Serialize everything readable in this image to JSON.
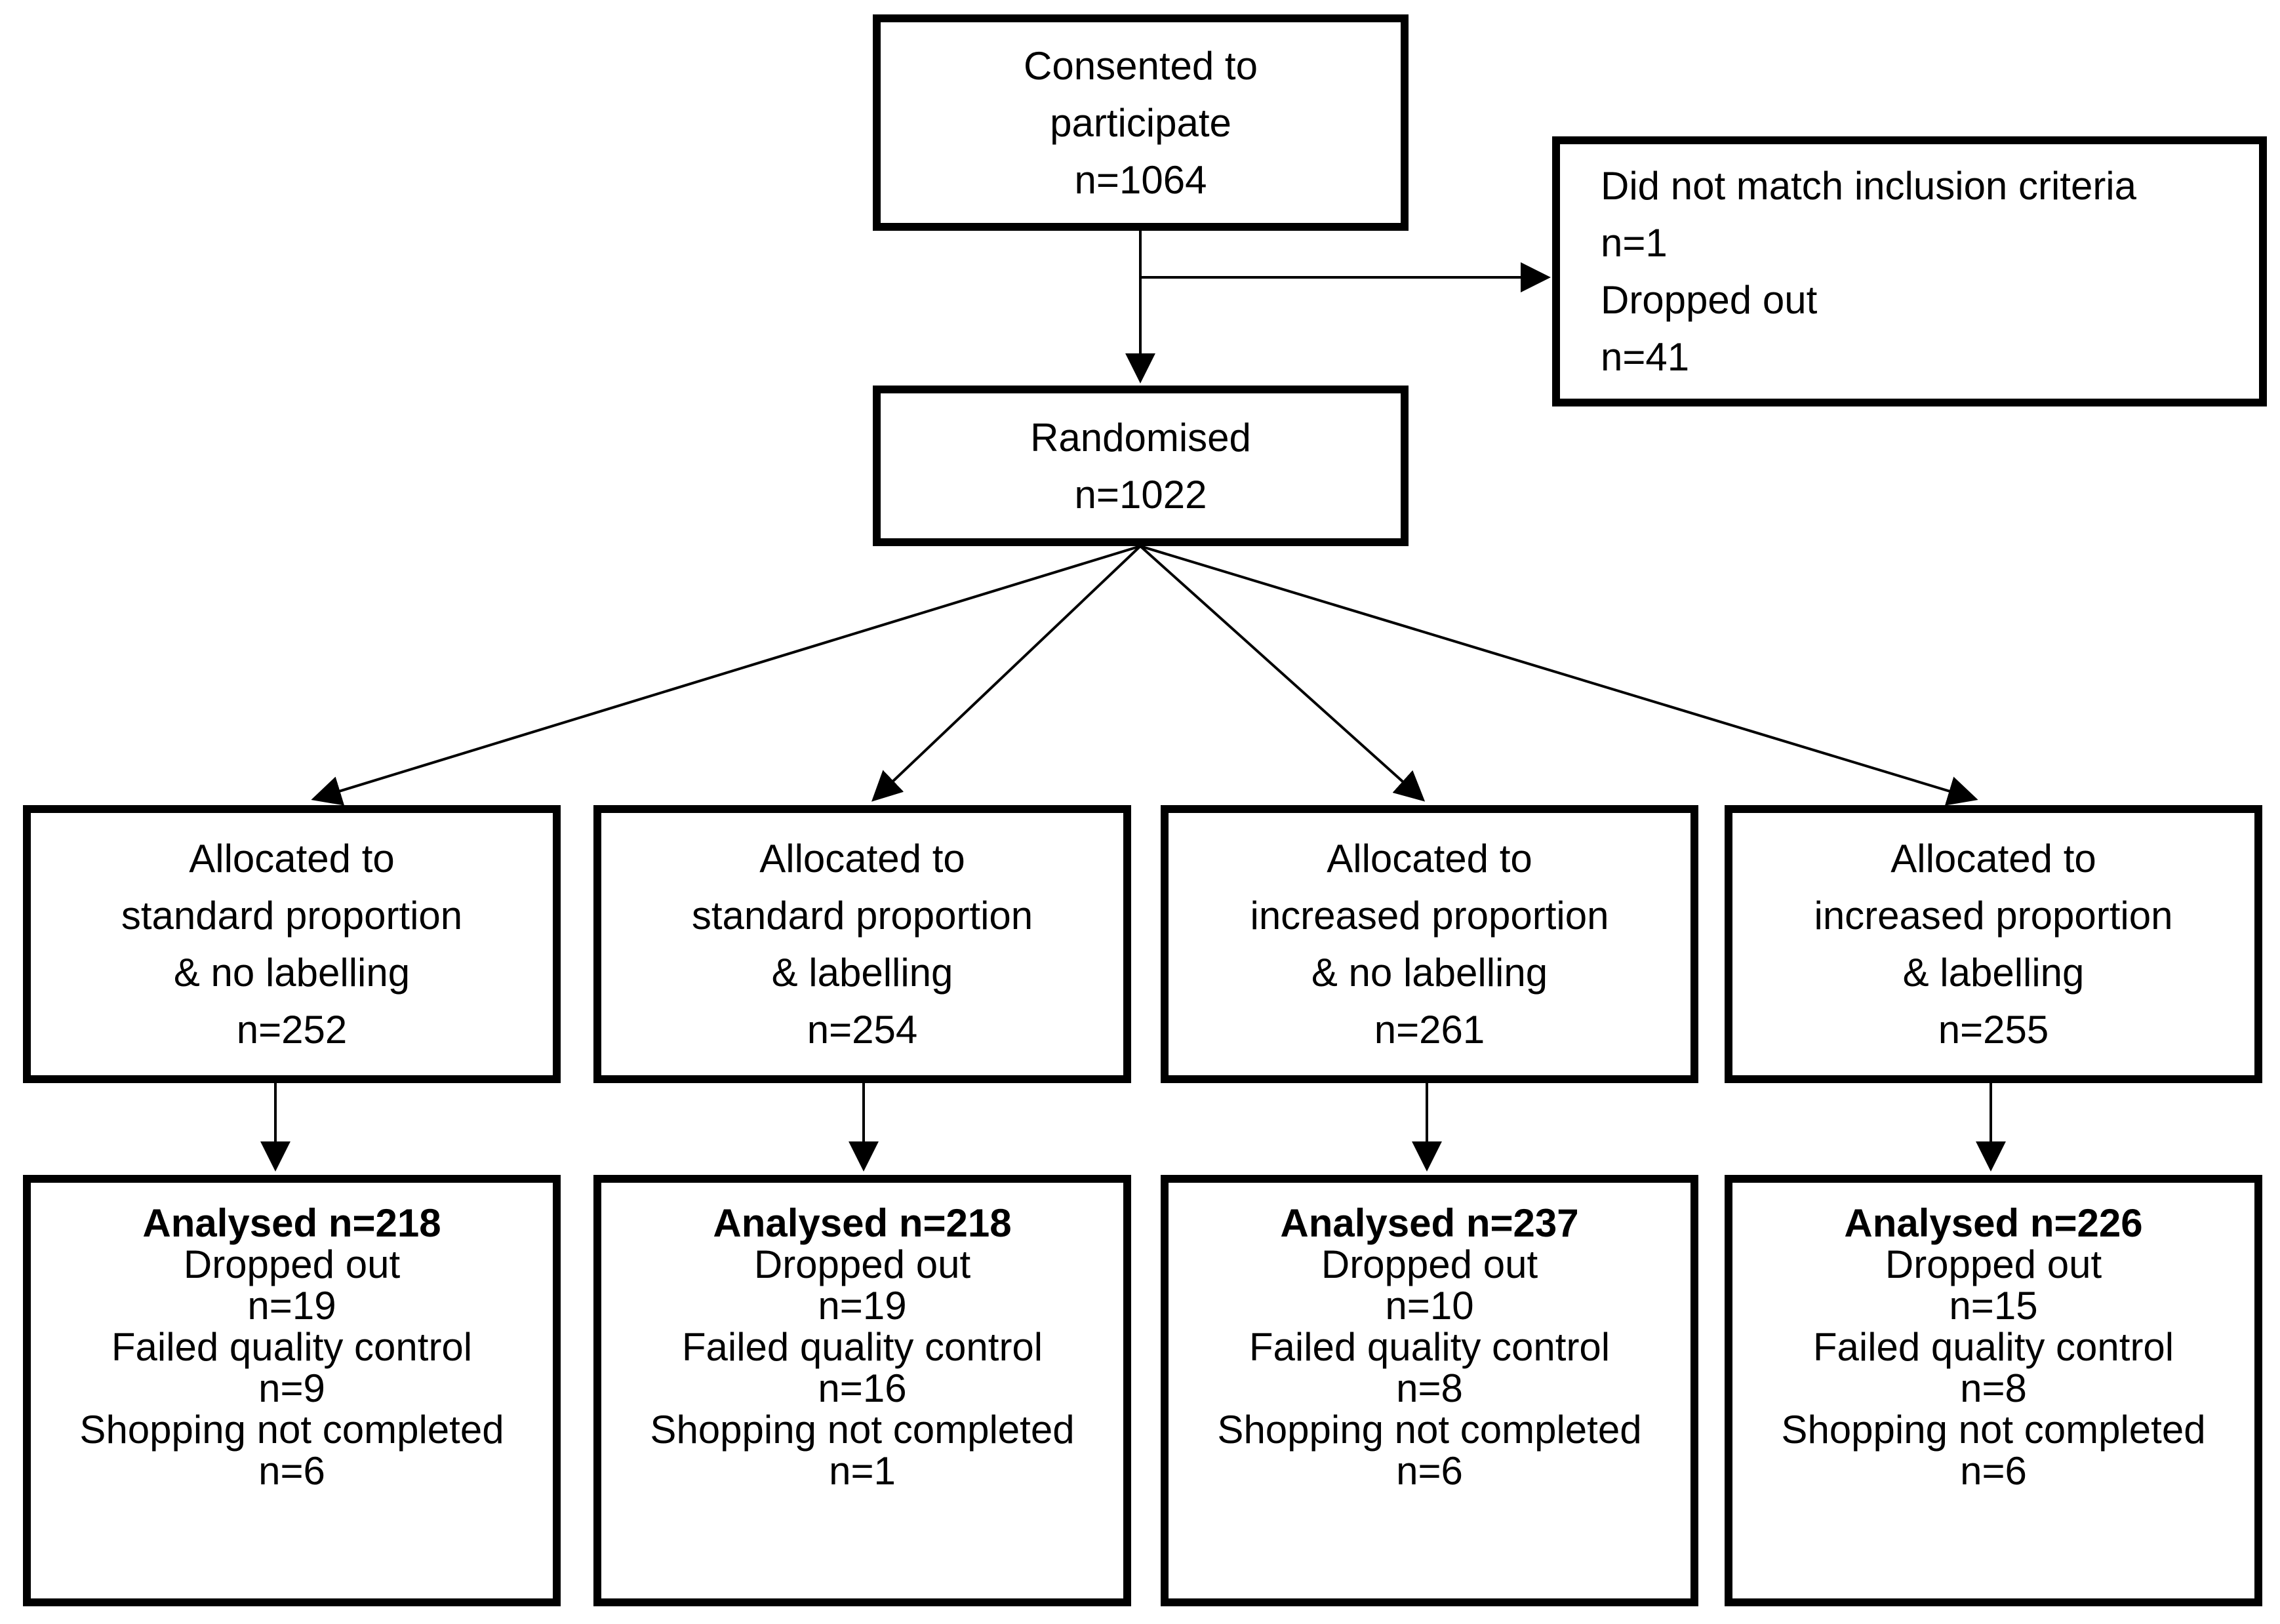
{
  "colors": {
    "background": "#ffffff",
    "box_border": "#000000",
    "text": "#000000"
  },
  "consent": {
    "lines": [
      "Consented to",
      "participate",
      "n=1064"
    ]
  },
  "exclusion": {
    "lines": [
      "Did not match inclusion criteria",
      "n=1",
      "Dropped out",
      "n=41"
    ]
  },
  "randomised": {
    "lines": [
      "Randomised",
      "n=1022"
    ]
  },
  "allocation": [
    {
      "lines": [
        "Allocated to",
        "standard proportion",
        "& no labelling",
        "n=252"
      ]
    },
    {
      "lines": [
        "Allocated to",
        "standard proportion",
        "& labelling",
        "n=254"
      ]
    },
    {
      "lines": [
        "Allocated to",
        "increased proportion",
        "& no labelling",
        "n=261"
      ]
    },
    {
      "lines": [
        "Allocated to",
        "increased proportion",
        "& labelling",
        "n=255"
      ]
    }
  ],
  "analysis": [
    {
      "header": "Analysed n=218",
      "lines": [
        "Dropped out",
        "n=19",
        "Failed quality control",
        "n=9",
        "Shopping not completed",
        "n=6"
      ]
    },
    {
      "header": "Analysed n=218",
      "lines": [
        "Dropped out",
        "n=19",
        "Failed quality control",
        "n=16",
        "Shopping not completed",
        "n=1"
      ]
    },
    {
      "header": "Analysed n=237",
      "lines": [
        "Dropped out",
        "n=10",
        "Failed quality control",
        "n=8",
        "Shopping not completed",
        "n=6"
      ]
    },
    {
      "header": "Analysed n=226",
      "lines": [
        "Dropped out",
        "n=15",
        "Failed quality control",
        "n=8",
        "Shopping not completed",
        "n=6"
      ]
    }
  ]
}
